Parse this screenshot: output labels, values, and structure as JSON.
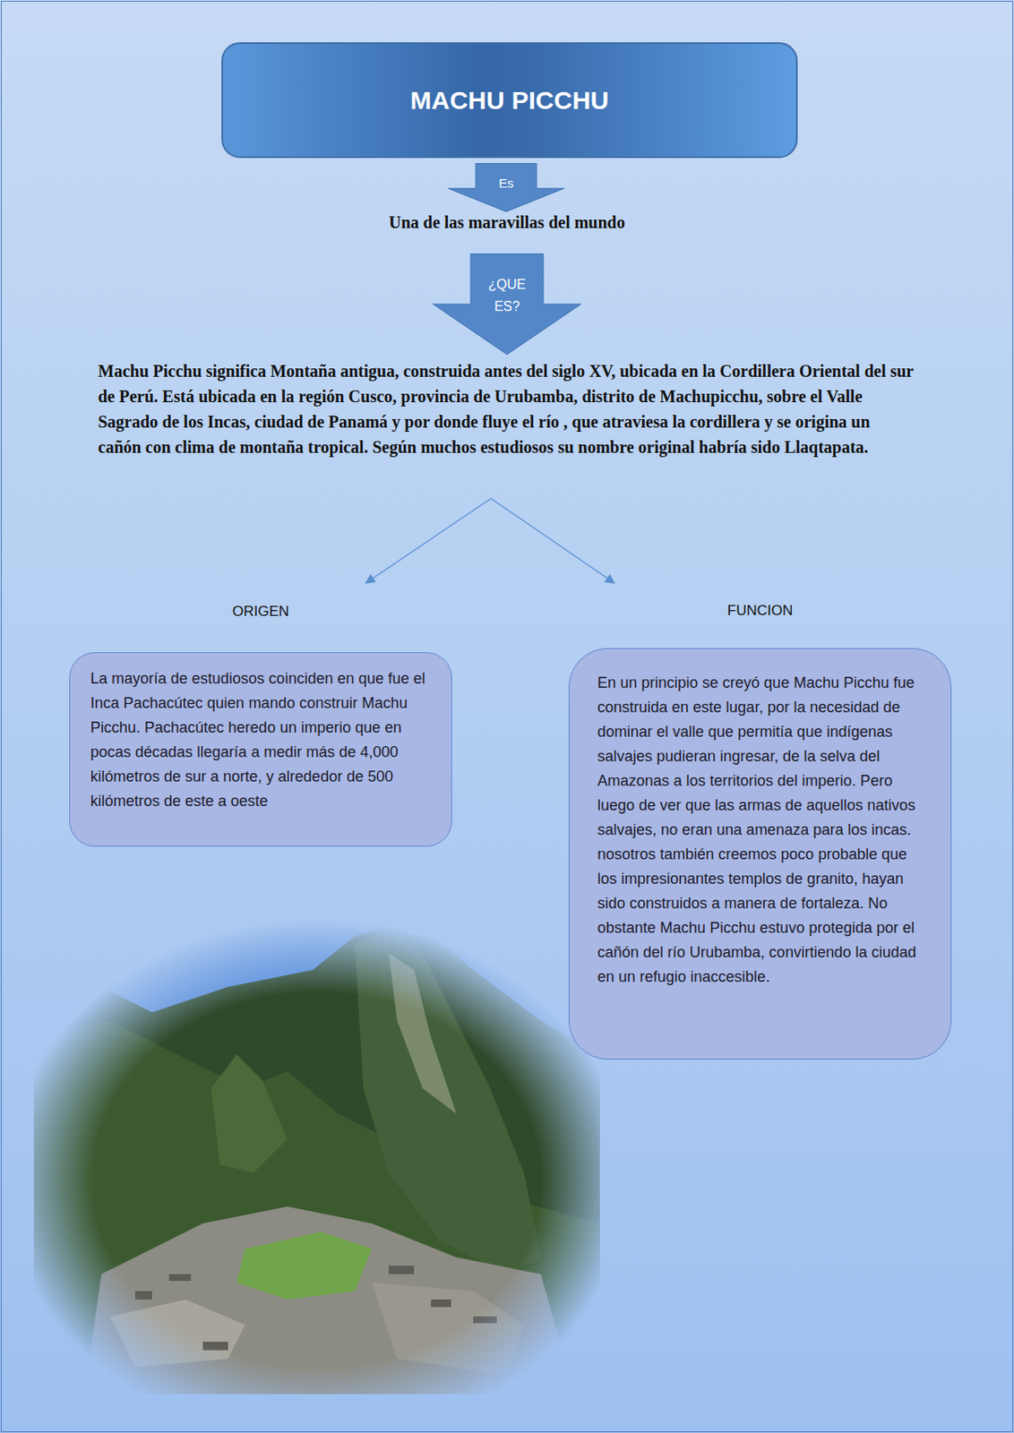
{
  "diagram": {
    "nodes": [
      {
        "text": [
          "MACHU PICCHU"
        ]
      },
      {
        "text": [
          "Es"
        ]
      },
      {
        "text": [
          "¿QUE ES?"
        ]
      },
      {
        "text": [
          "ORIGEN",
          "La mayoría de estudiosos coinciden en que fue el Inca Pachacútec quien mando construir Machu Picchu. Pachacútec heredo un imperio que en pocas décadas llegaría a medir más de 4,000 kilómetros de sur a norte, y alrededor de 500 kilómetros de este a oeste"
        ]
      },
      {
        "text": [
          "FUNCION",
          "En un principio se creyó que Machu Picchu fue construida en este lugar, por la necesidad de dominar el valle que permitía que indígenas salvajes pudieran ingresar, de la selva del Amazonas a los territorios del imperio. Pero luego de ver que las armas de aquellos nativos salvajes, no eran una amenaza para los incas. nosotros también creemos poco probable que los impresionantes templos de granito, hayan sido construidos a manera de fortaleza. No obstante Machu Picchu estuvo protegida por el cañón del río Urubamba, convirtiendo la ciudad en un refugio inaccesible."
        ]
      }
    ],
    "labels": [
      "Una de las maravillas del mundo",
      "Machu Picchu significa Montaña antigua, construida antes del siglo XV, ubicada en la Cordillera Oriental del sur de Perú. Está ubicada en la región Cusco, provincia de Urubamba, distrito de Machupicchu, sobre el Valle Sagrado de los Incas, ciudad de Panamá y por donde fluye el río , que atraviesa la cordillera y se origina un cañón con clima de montaña tropical. Según muchos estudiosos su nombre original habría sido Llaqtapata."
    ]
  }
}
